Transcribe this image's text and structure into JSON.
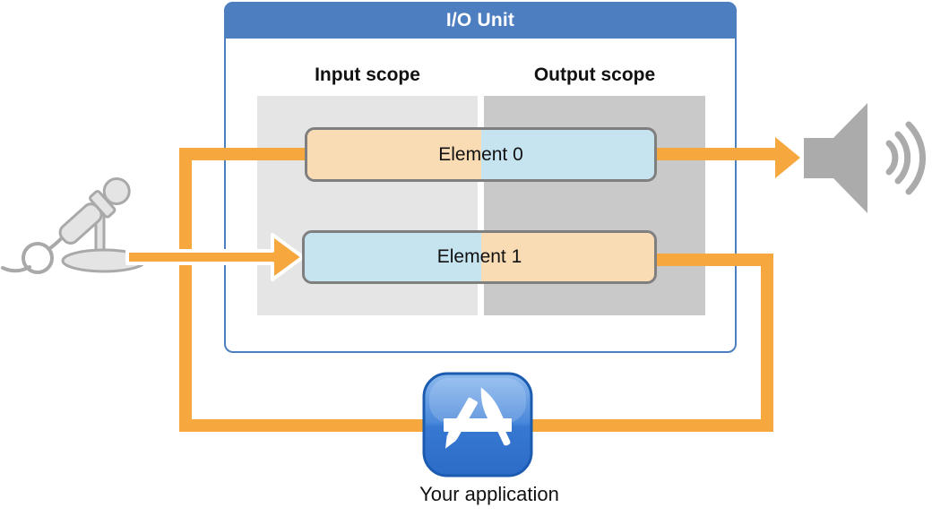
{
  "title": "I/O Unit",
  "scopes": {
    "input": "Input scope",
    "output": "Output scope"
  },
  "elements": [
    {
      "label": "Element 0",
      "input_half": "peach",
      "output_half": "light_blue"
    },
    {
      "label": "Element 1",
      "input_half": "light_blue",
      "output_half": "peach"
    }
  ],
  "app": {
    "label": "Your application"
  },
  "icons": {
    "microphone": "microphone-icon",
    "speaker": "speaker-icon",
    "app_store": "app-store-icon"
  },
  "colors": {
    "header_blue": "#4D7EC0",
    "box_border": "#4D7EC0",
    "arrow_orange": "#F6A73E",
    "element_border": "#7F7F7F",
    "peach": "#FADCB4",
    "light_blue": "#C6E3F0",
    "input_scope_bg": "#E5E5E5",
    "output_scope_bg": "#C9C9C9",
    "icon_gray": "#ABABAB",
    "mic_stroke": "#A9A9A9",
    "mic_fill": "#E4E4E4",
    "app_blue_border": "#1B5CB0",
    "text_black": "#111111",
    "white": "#FFFFFF"
  }
}
